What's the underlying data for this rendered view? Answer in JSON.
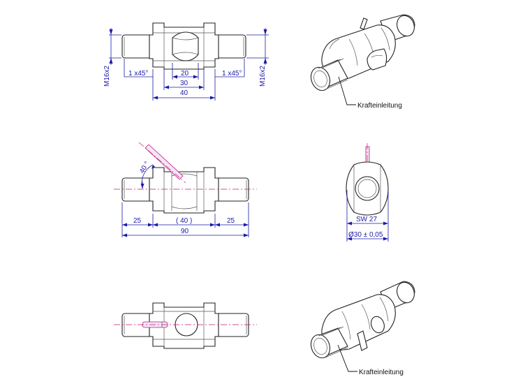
{
  "front_view": {
    "thread_left": "M16x2",
    "thread_right": "M16x2",
    "chamfer_left": "1 x45°",
    "chamfer_right": "1 x45°",
    "dim_inner": "20",
    "dim_middle": "30",
    "dim_outer": "40"
  },
  "section_view": {
    "angle": "40 °",
    "dim_left": "25",
    "dim_center": "( 40 )",
    "dim_right": "25",
    "dim_total": "90"
  },
  "end_view": {
    "across_flats": "SW 27",
    "diameter": "Ø30 ± 0,05"
  },
  "iso_top": {
    "label": "Krafteinleitung"
  },
  "iso_bottom": {
    "label": "Krafteinleitung"
  }
}
